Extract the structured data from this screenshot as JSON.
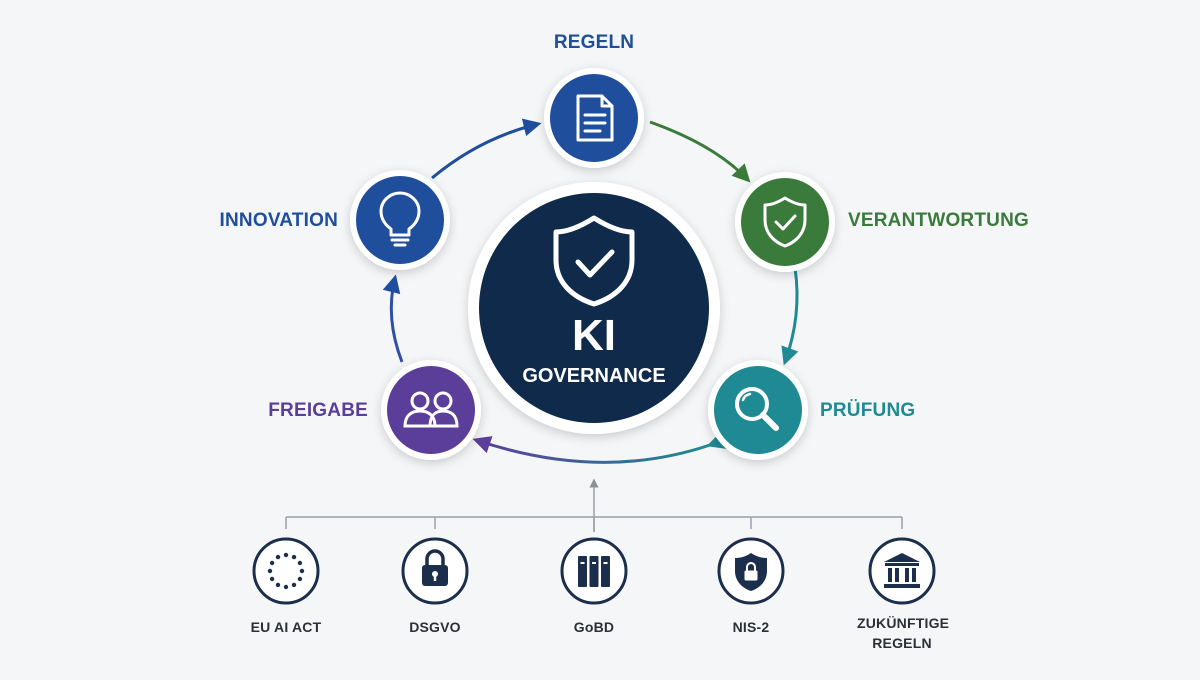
{
  "center": {
    "title": "KI",
    "subtitle": "GOVERNANCE",
    "icon": "shield-check-icon"
  },
  "cycle": [
    {
      "key": "regeln",
      "label": "REGELN",
      "icon": "document-icon",
      "color": "#1f4e9c"
    },
    {
      "key": "verantwortung",
      "label": "VERANTWORTUNG",
      "icon": "shield-check-icon",
      "color": "#3a7b3b"
    },
    {
      "key": "pruefung",
      "label": "PRÜFUNG",
      "icon": "magnifier-icon",
      "color": "#1f8a93"
    },
    {
      "key": "freigabe",
      "label": "FREIGABE",
      "icon": "users-icon",
      "color": "#5b3e9a"
    },
    {
      "key": "innovation",
      "label": "INNOVATION",
      "icon": "lightbulb-icon",
      "color": "#1f4e9c"
    }
  ],
  "regulations": [
    {
      "label": "EU AI ACT",
      "icon": "eu-stars-icon"
    },
    {
      "label": "DSGVO",
      "icon": "padlock-icon"
    },
    {
      "label": "GoBD",
      "icon": "binders-icon"
    },
    {
      "label": "NIS-2",
      "icon": "shield-lock-icon"
    },
    {
      "label": "ZUKÜNFTIGE REGELN",
      "icon": "institution-icon"
    }
  ],
  "colors": {
    "center": "#102a4c",
    "background": "#f5f6f8",
    "regulation_ring": "#1b2f4d"
  }
}
